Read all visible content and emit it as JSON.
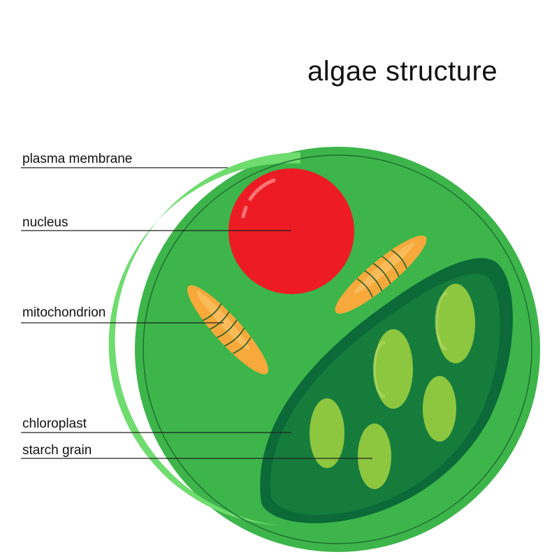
{
  "title": "algae structure",
  "labels": {
    "plasma_membrane": "plasma membrane",
    "nucleus": "nucleus",
    "mitochondrion": "mitochondrion",
    "chloroplast": "chloroplast",
    "starch_grain": "starch grain"
  },
  "colors": {
    "cell_outer": "#3db54a",
    "cell_highlight": "#6fdc6f",
    "membrane_line": "#1f6b2e",
    "nucleus": "#ed1c24",
    "mitochondrion": "#f7a93b",
    "mitochondrion_stripes": "#1f5a2a",
    "chloroplast_dark": "#0b6a38",
    "chloroplast_inner": "#1f8a3f",
    "starch_grain": "#8dc63f",
    "leader_line": "#222222"
  }
}
